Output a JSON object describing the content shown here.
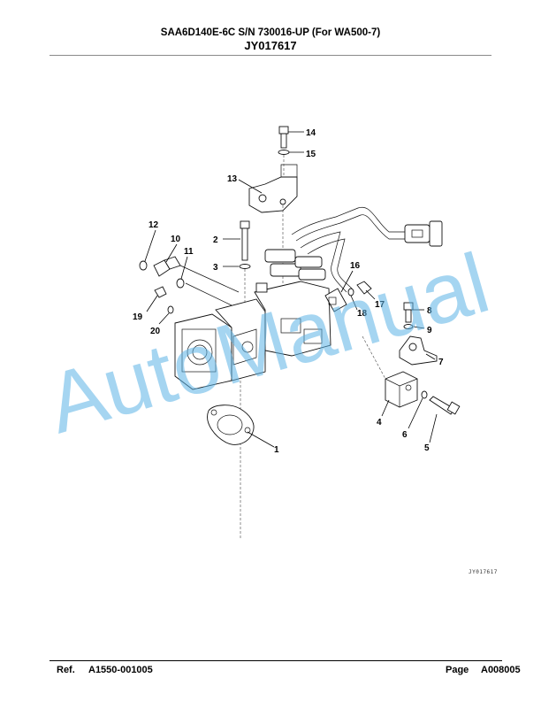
{
  "header": {
    "title": "SAA6D140E-6C S/N 730016-UP (For WA500-7)",
    "code": "JY017617"
  },
  "figure_id": "JY017617",
  "watermark": "AutoManual",
  "callouts": {
    "c1": "1",
    "c2": "2",
    "c3": "3",
    "c4": "4",
    "c5": "5",
    "c6": "6",
    "c7": "7",
    "c8": "8",
    "c9": "9",
    "c10": "10",
    "c11": "11",
    "c12": "12",
    "c13": "13",
    "c14": "14",
    "c15": "15",
    "c16": "16",
    "c17": "17",
    "c18": "18",
    "c19": "19",
    "c20": "20"
  },
  "footer": {
    "ref_label": "Ref.",
    "ref_value": "A1550-001005",
    "page_label": "Page",
    "page_value": "A008005"
  }
}
